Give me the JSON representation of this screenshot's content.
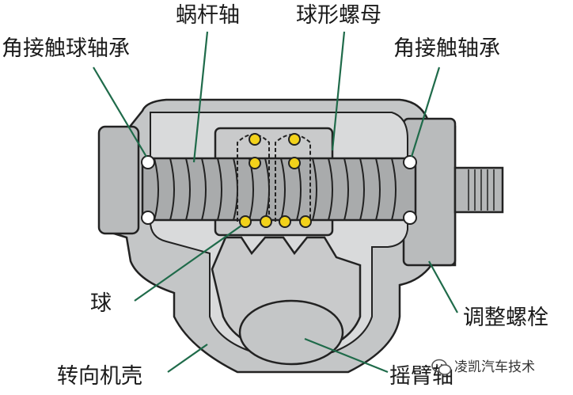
{
  "labels": {
    "worm_shaft": "蜗杆轴",
    "ball_nut": "球形螺母",
    "left_bearing": "角接触球轴承",
    "right_bearing": "角接触轴承",
    "ball": "球",
    "adjust_bolt": "调整螺栓",
    "housing": "转向机壳",
    "sector_shaft": "摇臂轴"
  },
  "watermark": {
    "text": "凌凯汽车技术",
    "icon": "wechat-icon"
  },
  "colors": {
    "housing_fill": "#c4c6c7",
    "inner_fill": "#d9dadb",
    "outline": "#222222",
    "leader_line": "#1f6b4a",
    "ball_fill": "#f2d21b",
    "background": "#ffffff"
  }
}
